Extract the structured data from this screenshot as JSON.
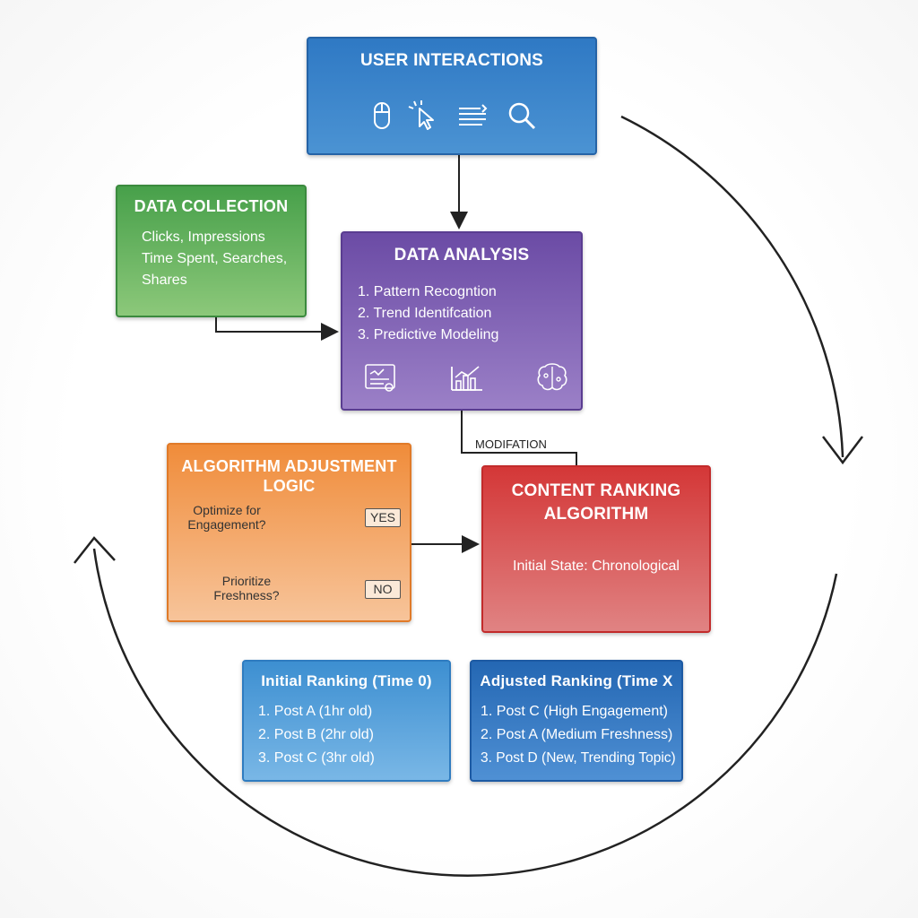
{
  "user_interactions": {
    "title": "USER INTERACTIONS",
    "icons": [
      "mouse-icon",
      "cursor-click-icon",
      "scroll-list-icon",
      "search-icon"
    ]
  },
  "data_collection": {
    "title": "DATA COLLECTION",
    "lines": [
      "Clicks, Impressions",
      "Time Spent, Searches,",
      "Shares"
    ]
  },
  "data_analysis": {
    "title": "DATA ANALYSIS",
    "items": [
      "1. Pattern Recogntion",
      "2. Trend Identifcation",
      "3. Predictive Modeling"
    ],
    "icons": [
      "report-icon",
      "bar-chart-icon",
      "brain-icon"
    ]
  },
  "edge_modification": "MODIFATION",
  "algorithm_logic": {
    "title_line1": "ALGORITHM ADJUSTMENT",
    "title_line2": "LOGIC",
    "decision1_line1": "Optimize for",
    "decision1_line2": "Engagement?",
    "decision2_line1": "Prioritize",
    "decision2_line2": "Freshness?",
    "yes_label": "YES",
    "no_label": "NO"
  },
  "content_ranking": {
    "title_line1": "CONTENT RANKING",
    "title_line2": "ALGORITHM",
    "state": "Initial State: Chronological"
  },
  "initial_ranking": {
    "title": "Initial Ranking (Time 0)",
    "items": [
      "1. Post A (1hr old)",
      "2. Post B (2hr old)",
      "3. Post C (3hr old)"
    ]
  },
  "adjusted_ranking": {
    "title": "Adjusted Ranking (Time X",
    "items": [
      "1. Post C (High Engagement)",
      "2. Post A (Medium Freshness)",
      "3. Post D (New, Trending Topic)"
    ]
  },
  "colors": {
    "user_interactions": "#2f79c4",
    "data_collection": "#47a04a",
    "data_analysis": "#6b4ba5",
    "algorithm_logic": "#f08c3a",
    "content_ranking": "#d43737",
    "initial_ranking": "#3d8fd1",
    "adjusted_ranking": "#2467b3"
  }
}
